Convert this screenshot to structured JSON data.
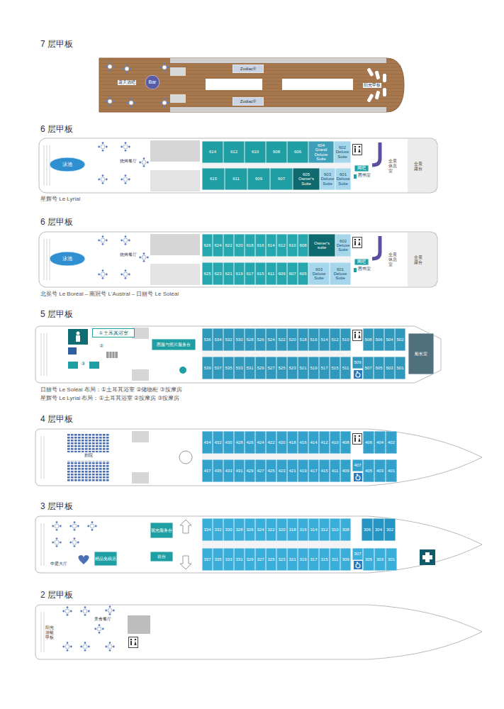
{
  "diagram": {
    "nodes": [
      {
        "text": [
          "Bar"
        ]
      },
      {
        "text": [
          "Zodiac®"
        ]
      },
      {
        "text": [
          "Zodiac®"
        ]
      },
      {
        "text": [
          "泳池"
        ]
      },
      {
        "text": [
          "614"
        ]
      },
      {
        "text": [
          "612"
        ]
      },
      {
        "text": [
          "610"
        ]
      },
      {
        "text": [
          "608"
        ]
      },
      {
        "text": [
          "606"
        ]
      },
      {
        "text": [
          "604",
          "Grand Deluxe Suite"
        ]
      },
      {
        "text": [
          "602",
          "Deluxe Suite"
        ]
      },
      {
        "text": [
          "网吧"
        ]
      },
      {
        "text": [
          "615"
        ]
      },
      {
        "text": [
          "611"
        ]
      },
      {
        "text": [
          "609"
        ]
      },
      {
        "text": [
          "607"
        ]
      },
      {
        "text": [
          "605",
          "Owner's Suite"
        ]
      },
      {
        "text": [
          "603",
          "Deluxe Suite"
        ]
      },
      {
        "text": [
          "601",
          "Deluxe Suite"
        ]
      },
      {
        "text": [
          "泳池"
        ]
      },
      {
        "text": [
          "626"
        ]
      },
      {
        "text": [
          "624"
        ]
      },
      {
        "text": [
          "622"
        ]
      },
      {
        "text": [
          "620"
        ]
      },
      {
        "text": [
          "618"
        ]
      },
      {
        "text": [
          "616"
        ]
      },
      {
        "text": [
          "614"
        ]
      },
      {
        "text": [
          "612"
        ]
      },
      {
        "text": [
          "610"
        ]
      },
      {
        "text": [
          "608"
        ]
      },
      {
        "text": [
          "Owner's suite"
        ]
      },
      {
        "text": [
          "602",
          "Deluxe Suite"
        ]
      },
      {
        "text": [
          "网吧"
        ]
      },
      {
        "text": [
          "625"
        ]
      },
      {
        "text": [
          "623"
        ]
      },
      {
        "text": [
          "621"
        ]
      },
      {
        "text": [
          "619"
        ]
      },
      {
        "text": [
          "617"
        ]
      },
      {
        "text": [
          "615"
        ]
      },
      {
        "text": [
          "611"
        ]
      },
      {
        "text": [
          "609"
        ]
      },
      {
        "text": [
          "607"
        ]
      },
      {
        "text": [
          "605"
        ]
      },
      {
        "text": [
          "603",
          "Deluxe Suite"
        ]
      },
      {
        "text": [
          "601",
          "Deluxe Suite"
        ]
      },
      {
        "text": [
          "①土耳其浴室"
        ]
      },
      {
        "text": [
          "图服与照片服务台"
        ]
      },
      {
        "text": [
          "536"
        ]
      },
      {
        "text": [
          "534"
        ]
      },
      {
        "text": [
          "532"
        ]
      },
      {
        "text": [
          "530"
        ]
      },
      {
        "text": [
          "528"
        ]
      },
      {
        "text": [
          "526"
        ]
      },
      {
        "text": [
          "524"
        ]
      },
      {
        "text": [
          "522"
        ]
      },
      {
        "text": [
          "520"
        ]
      },
      {
        "text": [
          "518"
        ]
      },
      {
        "text": [
          "516"
        ]
      },
      {
        "text": [
          "514"
        ]
      },
      {
        "text": [
          "512"
        ]
      },
      {
        "text": [
          "510"
        ]
      },
      {
        "text": [
          "508"
        ]
      },
      {
        "text": [
          "506"
        ]
      },
      {
        "text": [
          "504"
        ]
      },
      {
        "text": [
          "502"
        ]
      },
      {
        "text": [
          "船长室"
        ]
      },
      {
        "text": [
          "539"
        ]
      },
      {
        "text": [
          "537"
        ]
      },
      {
        "text": [
          "535"
        ]
      },
      {
        "text": [
          "533"
        ]
      },
      {
        "text": [
          "531"
        ]
      },
      {
        "text": [
          "529"
        ]
      },
      {
        "text": [
          "527"
        ]
      },
      {
        "text": [
          "525"
        ]
      },
      {
        "text": [
          "523"
        ]
      },
      {
        "text": [
          "521"
        ]
      },
      {
        "text": [
          "519"
        ]
      },
      {
        "text": [
          "517"
        ]
      },
      {
        "text": [
          "515"
        ]
      },
      {
        "text": [
          "511"
        ]
      },
      {
        "text": [
          "509"
        ]
      },
      {
        "text": [
          "507"
        ]
      },
      {
        "text": [
          "505"
        ]
      },
      {
        "text": [
          "503"
        ]
      },
      {
        "text": [
          "501"
        ]
      },
      {
        "text": [
          "434"
        ]
      },
      {
        "text": [
          "432"
        ]
      },
      {
        "text": [
          "430"
        ]
      },
      {
        "text": [
          "428"
        ]
      },
      {
        "text": [
          "426"
        ]
      },
      {
        "text": [
          "424"
        ]
      },
      {
        "text": [
          "422"
        ]
      },
      {
        "text": [
          "420"
        ]
      },
      {
        "text": [
          "418"
        ]
      },
      {
        "text": [
          "416"
        ]
      },
      {
        "text": [
          "414"
        ]
      },
      {
        "text": [
          "412"
        ]
      },
      {
        "text": [
          "410"
        ]
      },
      {
        "text": [
          "408"
        ]
      },
      {
        "text": [
          "406"
        ]
      },
      {
        "text": [
          "404"
        ]
      },
      {
        "text": [
          "402"
        ]
      },
      {
        "text": [
          "437"
        ]
      },
      {
        "text": [
          "435"
        ]
      },
      {
        "text": [
          "433"
        ]
      },
      {
        "text": [
          "431"
        ]
      },
      {
        "text": [
          "429"
        ]
      },
      {
        "text": [
          "427"
        ]
      },
      {
        "text": [
          "425"
        ]
      },
      {
        "text": [
          "423"
        ]
      },
      {
        "text": [
          "421"
        ]
      },
      {
        "text": [
          "419"
        ]
      },
      {
        "text": [
          "417"
        ]
      },
      {
        "text": [
          "415"
        ]
      },
      {
        "text": [
          "411"
        ]
      },
      {
        "text": [
          "409"
        ]
      },
      {
        "text": [
          "407"
        ]
      },
      {
        "text": [
          "405"
        ]
      },
      {
        "text": [
          "403"
        ]
      },
      {
        "text": [
          "401"
        ]
      },
      {
        "text": [
          "观光服务台"
        ]
      },
      {
        "text": [
          "334"
        ]
      },
      {
        "text": [
          "332"
        ]
      },
      {
        "text": [
          "330"
        ]
      },
      {
        "text": [
          "328"
        ]
      },
      {
        "text": [
          "326"
        ]
      },
      {
        "text": [
          "324"
        ]
      },
      {
        "text": [
          "322"
        ]
      },
      {
        "text": [
          "320"
        ]
      },
      {
        "text": [
          "318"
        ]
      },
      {
        "text": [
          "316"
        ]
      },
      {
        "text": [
          "314"
        ]
      },
      {
        "text": [
          "312"
        ]
      },
      {
        "text": [
          "310"
        ]
      },
      {
        "text": [
          "308"
        ]
      },
      {
        "text": [
          "306"
        ]
      },
      {
        "text": [
          "304"
        ]
      },
      {
        "text": [
          "302"
        ]
      },
      {
        "text": [
          "精品免税店"
        ]
      },
      {
        "text": [
          "前台"
        ]
      },
      {
        "text": [
          "337"
        ]
      },
      {
        "text": [
          "335"
        ]
      },
      {
        "text": [
          "333"
        ]
      },
      {
        "text": [
          "331"
        ]
      },
      {
        "text": [
          "329"
        ]
      },
      {
        "text": [
          "327"
        ]
      },
      {
        "text": [
          "325"
        ]
      },
      {
        "text": [
          "323"
        ]
      },
      {
        "text": [
          "321"
        ]
      },
      {
        "text": [
          "319"
        ]
      },
      {
        "text": [
          "317"
        ]
      },
      {
        "text": [
          "315"
        ]
      },
      {
        "text": [
          "311"
        ]
      },
      {
        "text": [
          "309"
        ]
      },
      {
        "text": [
          "307"
        ]
      },
      {
        "text": [
          "305"
        ]
      },
      {
        "text": [
          "303"
        ]
      },
      {
        "text": [
          "301"
        ]
      }
    ],
    "labels": [
      "7 层甲板",
      "露天酒吧",
      "阳光甲板",
      "6 层甲板",
      "烧烤餐厅",
      "图书室",
      "全景休息室",
      "全景露台",
      "星辉号 Le Lyrial",
      "6 层甲板",
      "烧烤餐厅",
      "图书室",
      "全景休息室",
      "全景露台",
      "北冕号 Le Boréal – 南冠号 L'Austral – 日丽号 Le Soléal",
      "5 层甲板",
      "②",
      "③",
      "日丽号 Le Soléal 布局：①土耳其浴室 ②储物柜 ③按摩房",
      "星辉号 Le Lyrial 布局：①土耳其浴室 ②按摩房 ③按摩房",
      "4 层甲板",
      "剧院",
      "3 层甲板",
      "中庭大厅",
      "2 层甲板",
      "阳光游艇甲板",
      "美食餐厅"
    ]
  }
}
